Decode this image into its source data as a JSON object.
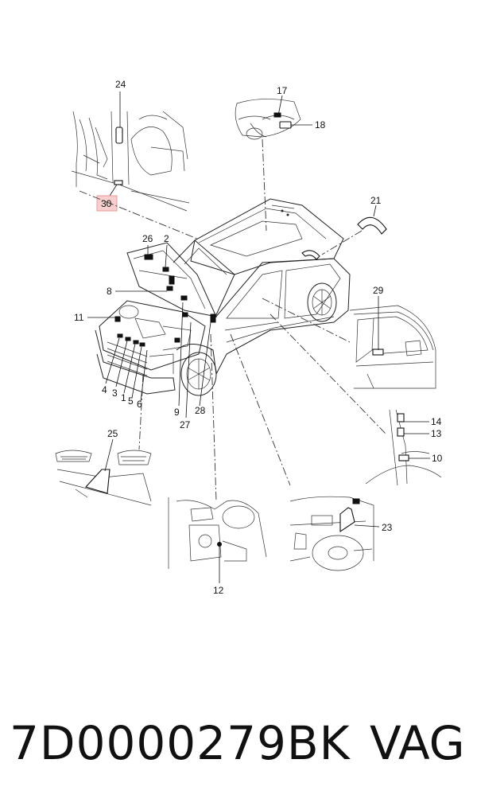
{
  "callouts": {
    "c1": "1",
    "c2": "2",
    "c3": "3",
    "c4": "4",
    "c5": "5",
    "c6": "6",
    "c8": "8",
    "c9": "9",
    "c10": "10",
    "c11": "11",
    "c12": "12",
    "c13": "13",
    "c14": "14",
    "c17": "17",
    "c18": "18",
    "c21": "21",
    "c23": "23",
    "c24": "24",
    "c25": "25",
    "c26": "26",
    "c27": "27",
    "c28": "28",
    "c29": "29",
    "c30": "30"
  },
  "highlight_color": "#e79a9a",
  "footer": {
    "part_number": "7D0000279BK",
    "brand": "VAG"
  }
}
